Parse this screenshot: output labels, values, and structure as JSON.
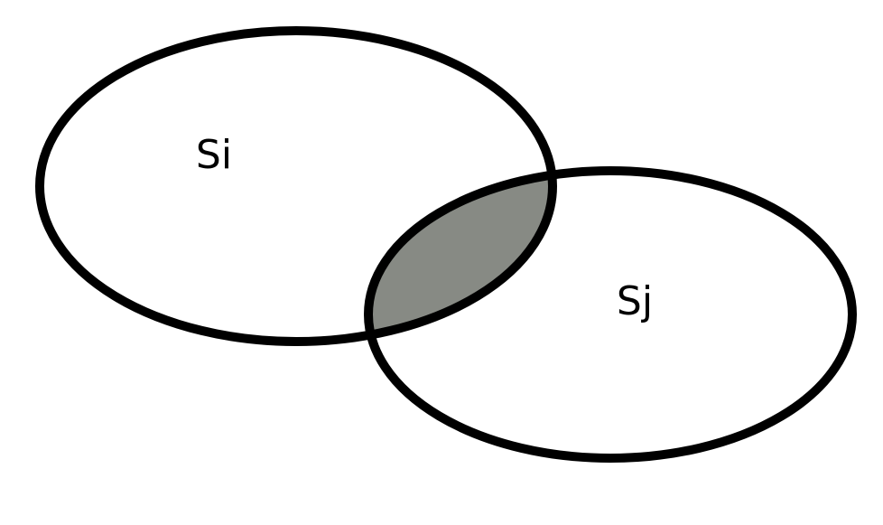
{
  "diagram": {
    "type": "venn",
    "sets": [
      {
        "label": "Si"
      },
      {
        "label": "Sj"
      }
    ],
    "intersection": {
      "shaded": true
    },
    "colors": {
      "outline": "#000000",
      "fill": "#ffffff",
      "intersection_fill": "#878a84"
    }
  }
}
